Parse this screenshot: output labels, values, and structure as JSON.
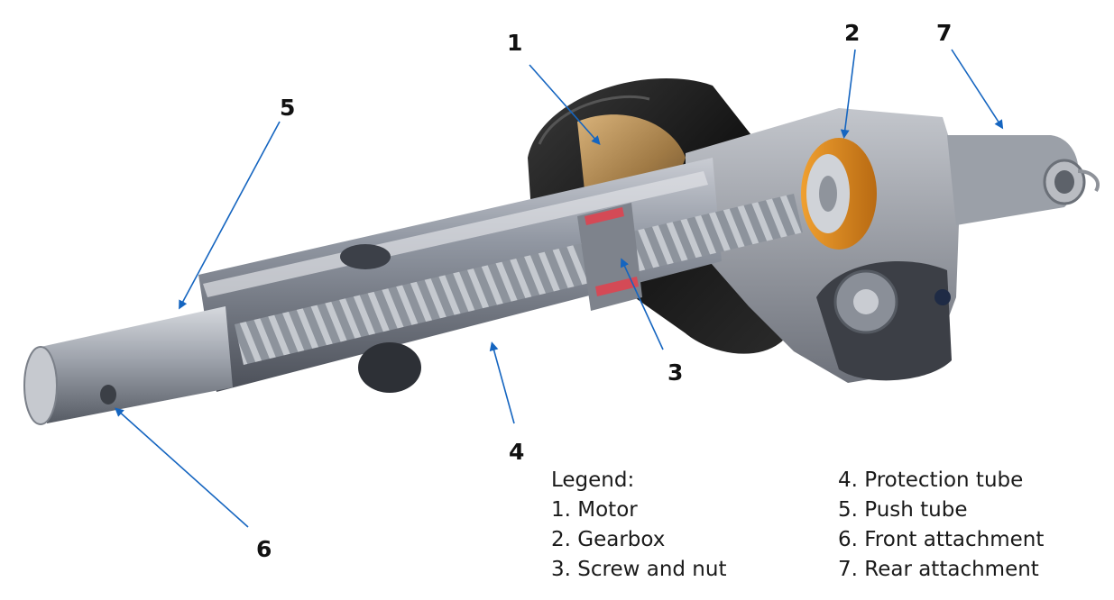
{
  "diagram": {
    "accent_color": "#1565c0",
    "callouts": [
      {
        "id": "1",
        "label": "1"
      },
      {
        "id": "2",
        "label": "2"
      },
      {
        "id": "3",
        "label": "3"
      },
      {
        "id": "4",
        "label": "4"
      },
      {
        "id": "5",
        "label": "5"
      },
      {
        "id": "6",
        "label": "6"
      },
      {
        "id": "7",
        "label": "7"
      }
    ]
  },
  "legend": {
    "title": "Legend:",
    "items": [
      "1. Motor",
      "2. Gearbox",
      "3. Screw and nut",
      "4. Protection tube",
      "5. Push tube",
      "6. Front attachment",
      "7. Rear attachment"
    ]
  }
}
